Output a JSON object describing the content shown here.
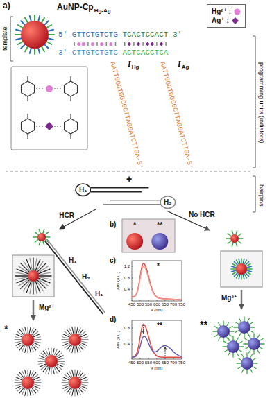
{
  "diagram": {
    "nodes": [
      {
        "text": [
          "H₁",
          "H₂"
        ]
      },
      {
        "text": [
          "H₁",
          "H₂",
          "H₁"
        ]
      },
      {
        "text": [
          "*",
          "**"
        ]
      }
    ],
    "edges": [
      {
        "from": 0,
        "to": 1,
        "arrow": "to",
        "label": "HCR"
      }
    ],
    "labels": [
      "a)",
      "template",
      "AuNP-Cp",
      "Hg-Ag",
      "5'-GTTCTGTCTG-",
      "TCACTCCACT-3'",
      "3'-CTTGTCTGTC",
      "ACTCACCTCA",
      "I",
      "Hg",
      "I",
      "Ag",
      "AATTGGGTGGCGCTTAGGATCTTGA-5'",
      "AATTGGGTGGCGCTTAGGATCTTGA-5'",
      "programming units (initiators)",
      "+",
      "hairpins",
      "No HCR",
      "Mg²⁺",
      "*",
      "Mg²⁺",
      "**",
      "b)",
      "c)",
      "*",
      "1.2",
      "0.8",
      "0.4",
      "450",
      "500",
      "550",
      "600",
      "650",
      "700",
      "750",
      "Abs (a.u.)",
      "λ (nm)",
      "d)",
      "**",
      "0.8",
      "0.4",
      "450",
      "500",
      "550",
      "600",
      "650",
      "700",
      "750",
      "Abs (a.u.)",
      "λ (nm)"
    ],
    "legend": [
      {
        "text": "Hg²⁺ :",
        "color": "#e27fd6"
      },
      {
        "text": "Ag⁺ :",
        "color": "#7a2b8c"
      }
    ]
  }
}
